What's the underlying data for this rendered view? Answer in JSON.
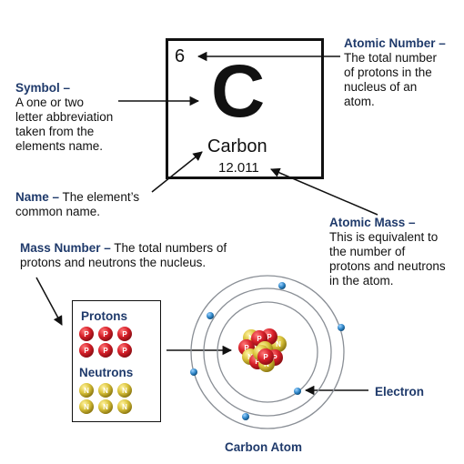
{
  "element": {
    "number": "6",
    "symbol": "C",
    "name": "Carbon",
    "mass": "12.011"
  },
  "labels": {
    "atomic_number": {
      "title": "Atomic Number –",
      "lines": [
        "The total number",
        "of protons in the",
        "nucleus of an",
        "atom."
      ]
    },
    "symbol": {
      "title": "Symbol –",
      "lines": [
        "A one or two",
        "letter abbreviation",
        "taken from the",
        "elements name."
      ]
    },
    "name": {
      "title": "Name –",
      "line1_rest": " The element’s",
      "line2": "common name."
    },
    "atomic_mass": {
      "title": "Atomic Mass –",
      "lines": [
        "This is equivalent to",
        "the number of",
        "protons and neutrons",
        "in the atom."
      ]
    },
    "mass_number": {
      "title": "Mass Number –",
      "line1_rest": " The total numbers of",
      "line2": "protons and neutrons the nucleus."
    },
    "electron": "Electron"
  },
  "legend": {
    "protons_title": "Protons",
    "neutrons_title": "Neutrons",
    "proton_glyph": "P",
    "neutron_glyph": "N"
  },
  "atom_caption": "Carbon Atom",
  "colors": {
    "label_blue": "#1f3a6b",
    "proton_red": "#d8202a",
    "neutron_gold": "#d9c23a",
    "electron_blue": "#2f86c8",
    "orbit_gray": "#8a8f96"
  }
}
